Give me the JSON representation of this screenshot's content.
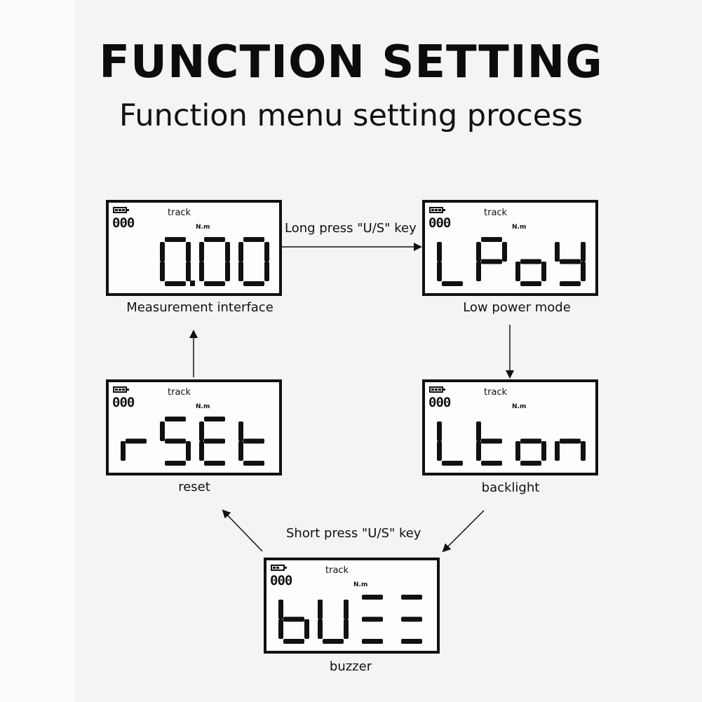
{
  "title": "FUNCTION SETTING",
  "subtitle": "Function menu setting process",
  "screens": [
    {
      "id": "measurement",
      "counter": "000",
      "track": "track",
      "unit": "N.m",
      "readout": "0.00",
      "caption": "Measurement interface"
    },
    {
      "id": "low-power",
      "counter": "000",
      "track": "track",
      "unit": "N.m",
      "readout": "LPoY",
      "caption": "Low power mode"
    },
    {
      "id": "reset",
      "counter": "000",
      "track": "track",
      "unit": "N.m",
      "readout": "rSEt",
      "caption": "reset"
    },
    {
      "id": "backlight",
      "counter": "000",
      "track": "track",
      "unit": "N.m",
      "readout": "Lton",
      "caption": "backlight"
    },
    {
      "id": "buzzer",
      "counter": "000",
      "track": "track",
      "unit": "N.m",
      "readout": "bUZZ",
      "caption": "buzzer"
    }
  ],
  "edges": {
    "long_press": "Long press \"U/S\" key",
    "short_press": "Short press \"U/S\" key"
  }
}
